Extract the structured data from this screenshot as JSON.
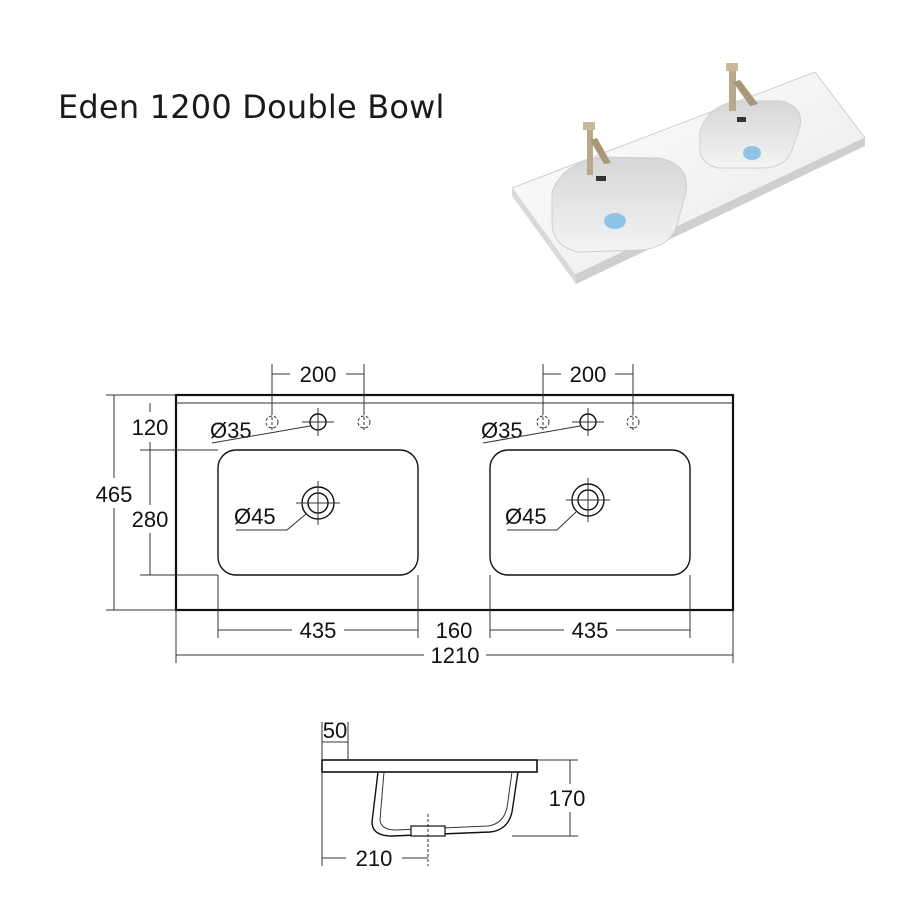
{
  "title": "Eden 1200 Double Bowl",
  "plan": {
    "tap_spacing_left": "200",
    "tap_spacing_right": "200",
    "top_offset": "120",
    "total_depth": "465",
    "bowl_depth": "280",
    "tap_hole_left": "Ø35",
    "tap_hole_right": "Ø35",
    "waste_left": "Ø45",
    "waste_right": "Ø45",
    "bowl_width_left": "435",
    "bowl_gap": "160",
    "bowl_width_right": "435",
    "total_width": "1210"
  },
  "section": {
    "rim_thickness": "50",
    "height": "170",
    "waste_offset": "210"
  },
  "colors": {
    "drain": "#8fc4e8",
    "tap": "#b9a98c"
  }
}
